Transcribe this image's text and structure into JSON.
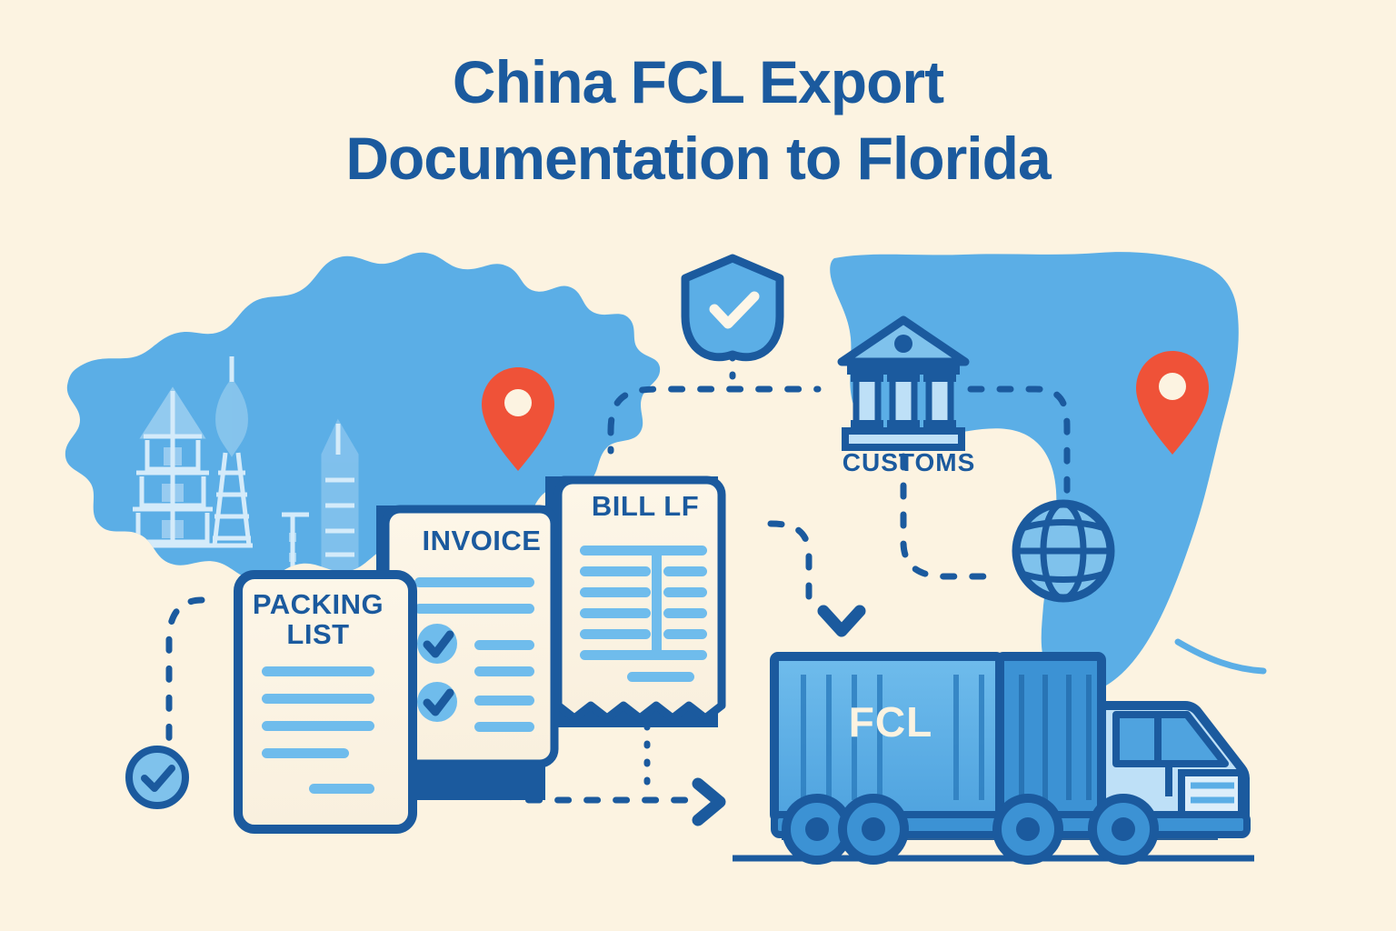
{
  "page": {
    "background_color": "#FCF3E1",
    "primary_blue": "#1B5A9E",
    "light_blue": "#5BAEE6",
    "pale_blue": "#BEE0F7",
    "accent_red": "#EF5238"
  },
  "title": {
    "line1": "China FCL Export",
    "line2": "Documentation to Florida",
    "color": "#1B5A9E"
  },
  "documents": [
    {
      "id": "packing-list",
      "label": "PACKING LIST",
      "lines": 4,
      "has_checkmarks": false
    },
    {
      "id": "invoice",
      "label": "INVOICE",
      "lines": 2,
      "has_checkmarks": true,
      "checkmark_count": 2
    },
    {
      "id": "bill-of-lading",
      "label": "BILL LF",
      "lines": 6,
      "has_table": true
    }
  ],
  "nodes": {
    "customs_label": "CUSTOMS",
    "shield_icon": "shield-check-icon",
    "globe_icon": "globe-icon",
    "verified_icon": "check-circle-icon"
  },
  "vehicle": {
    "container_label": "FCL",
    "icon": "container-truck-icon"
  },
  "maps": [
    {
      "id": "china-map",
      "name": "China",
      "fill": "#5BAEE6",
      "pin_color": "#EF5238",
      "landmarks": [
        "pagoda-icon",
        "tv-tower-icon",
        "skyscraper-icon"
      ]
    },
    {
      "id": "florida-map",
      "name": "Florida",
      "fill": "#5BAEE6",
      "pin_color": "#EF5238"
    }
  ],
  "flow": {
    "style": "dashed",
    "color": "#1B5A9E",
    "arrowheads": [
      "arrow-right-icon",
      "arrow-down-icon"
    ]
  }
}
